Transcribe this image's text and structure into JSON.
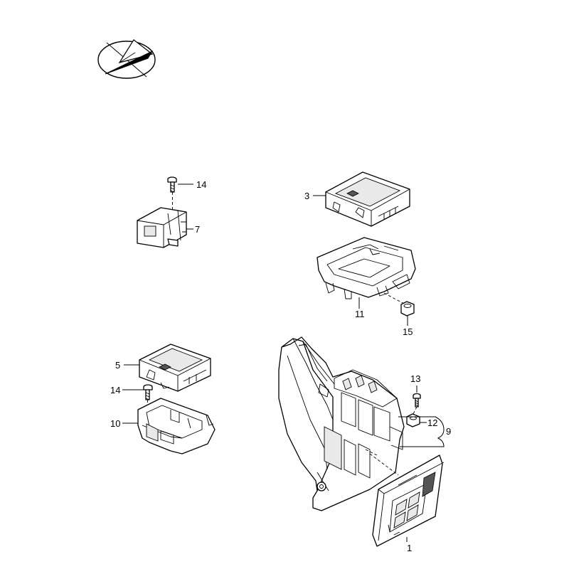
{
  "callouts": {
    "c1": "1",
    "c3": "3",
    "c5": "5",
    "c7": "7",
    "c9": "9",
    "c10": "10",
    "c11": "11",
    "c12": "12",
    "c13": "13",
    "c14a": "14",
    "c14b": "14",
    "c15": "15"
  },
  "icons": {
    "orientation": "orientation-compass-icon"
  }
}
